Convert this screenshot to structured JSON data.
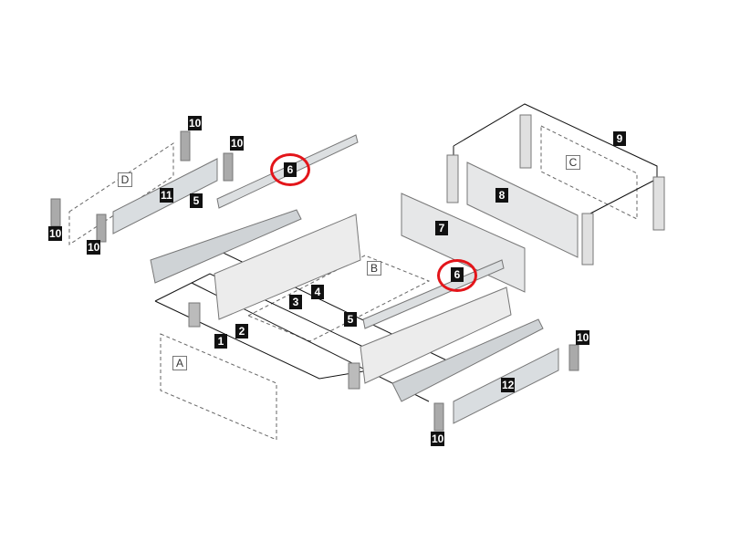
{
  "diagram": {
    "highlight_color": "#e3151a",
    "part_numbers": {
      "p10a": "10",
      "p10b": "10",
      "p10c": "10",
      "p10d": "10",
      "p10e": "10",
      "p10f": "10",
      "p11": "11",
      "p5a": "5",
      "p5b": "5",
      "p6a": "6",
      "p6b": "6",
      "p9": "9",
      "p8": "8",
      "p7": "7",
      "p4": "4",
      "p3": "3",
      "p2": "2",
      "p1": "1",
      "p12": "12"
    },
    "panel_letters": {
      "A": "A",
      "B": "B",
      "C": "C",
      "D": "D"
    },
    "circled_parts": [
      "6",
      "6"
    ]
  }
}
